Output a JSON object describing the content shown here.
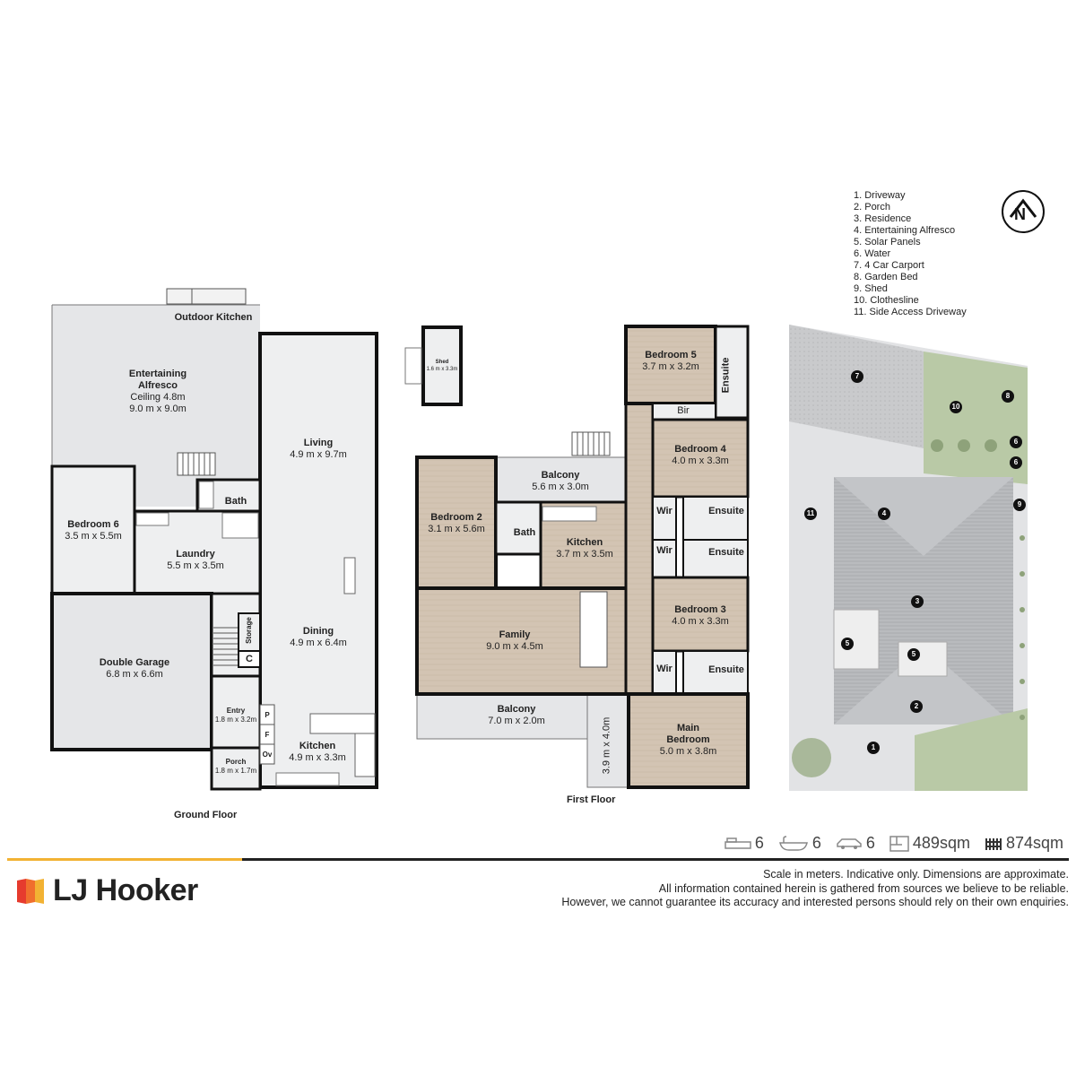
{
  "floors": {
    "ground_title": "Ground Floor",
    "first_title": "First Floor"
  },
  "ground_rooms": {
    "outdoor_kitchen": {
      "name": "Outdoor Kitchen"
    },
    "alfresco": {
      "name": "Entertaining\nAlfresco",
      "note": "Ceiling 4.8m",
      "dims": "9.0 m x 9.0m"
    },
    "living": {
      "name": "Living",
      "dims": "4.9 m x 9.7m"
    },
    "bath": {
      "name": "Bath"
    },
    "bedroom6": {
      "name": "Bedroom 6",
      "dims": "3.5 m x 5.5m"
    },
    "laundry": {
      "name": "Laundry",
      "dims": "5.5 m x 3.5m"
    },
    "dining": {
      "name": "Dining",
      "dims": "4.9 m x 6.4m"
    },
    "storage": {
      "name": "Storage"
    },
    "c": {
      "name": "C"
    },
    "garage": {
      "name": "Double Garage",
      "dims": "6.8 m x 6.6m"
    },
    "entry": {
      "name": "Entry",
      "dims": "1.8 m x 3.2m"
    },
    "p": {
      "name": "P"
    },
    "f": {
      "name": "F"
    },
    "ov": {
      "name": "Ov"
    },
    "kitchen": {
      "name": "Kitchen",
      "dims": "4.9 m x 3.3m"
    },
    "porch": {
      "name": "Porch",
      "dims": "1.8 m x 1.7m"
    }
  },
  "shed": {
    "name": "Shed",
    "dims": "1.6 m x 3.3m"
  },
  "first_rooms": {
    "bedroom5": {
      "name": "Bedroom 5",
      "dims": "3.7 m x 3.2m"
    },
    "ensuite_top": {
      "name": "Ensuite"
    },
    "bir": {
      "name": "Bir"
    },
    "bedroom4": {
      "name": "Bedroom 4",
      "dims": "4.0 m x 3.3m"
    },
    "balcony_top": {
      "name": "Balcony",
      "dims": "5.6 m x 3.0m"
    },
    "bedroom2": {
      "name": "Bedroom 2",
      "dims": "3.1 m x 5.6m"
    },
    "bath": {
      "name": "Bath"
    },
    "kitchen": {
      "name": "Kitchen",
      "dims": "3.7 m x 3.5m"
    },
    "wir1": {
      "name": "Wir"
    },
    "ensuite1": {
      "name": "Ensuite"
    },
    "wir2": {
      "name": "Wir"
    },
    "ensuite2": {
      "name": "Ensuite"
    },
    "family": {
      "name": "Family",
      "dims": "9.0 m x 4.5m"
    },
    "bedroom3": {
      "name": "Bedroom 3",
      "dims": "4.0 m x 3.3m"
    },
    "wir3": {
      "name": "Wir"
    },
    "ensuite3": {
      "name": "Ensuite"
    },
    "balcony_bottom": {
      "name": "Balcony",
      "dims": "7.0 m x 2.0m"
    },
    "balcony_side": {
      "dims": "3.9 m x 4.0m"
    },
    "main_bedroom": {
      "name": "Main\nBedroom",
      "dims": "5.0 m x 3.8m"
    }
  },
  "legend": [
    "1.    Driveway",
    "2.    Porch",
    "3.    Residence",
    "4.    Entertaining Alfresco",
    "5.    Solar Panels",
    "6.    Water",
    "7.    4 Car Carport",
    "8.    Garden Bed",
    "9.    Shed",
    "10.  Clothesline",
    "11.   Side Access Driveway"
  ],
  "compass": {
    "letter": "N"
  },
  "markers": [
    "1",
    "2",
    "3",
    "4",
    "5",
    "5",
    "6",
    "6",
    "7",
    "8",
    "9",
    "10",
    "11"
  ],
  "stats": {
    "beds": "6",
    "baths": "6",
    "cars": "6",
    "floor_area": "489sqm",
    "land_area": "874sqm"
  },
  "brand": {
    "name": "LJ Hooker",
    "colors": [
      "#e63b2e",
      "#f2b233"
    ]
  },
  "disclaimer": [
    "Scale in meters. Indicative only. Dimensions are approximate.",
    "All information contained herein is gathered from sources we believe to be reliable.",
    "However, we cannot guarantee its accuracy and interested persons should rely on their own enquiries."
  ]
}
